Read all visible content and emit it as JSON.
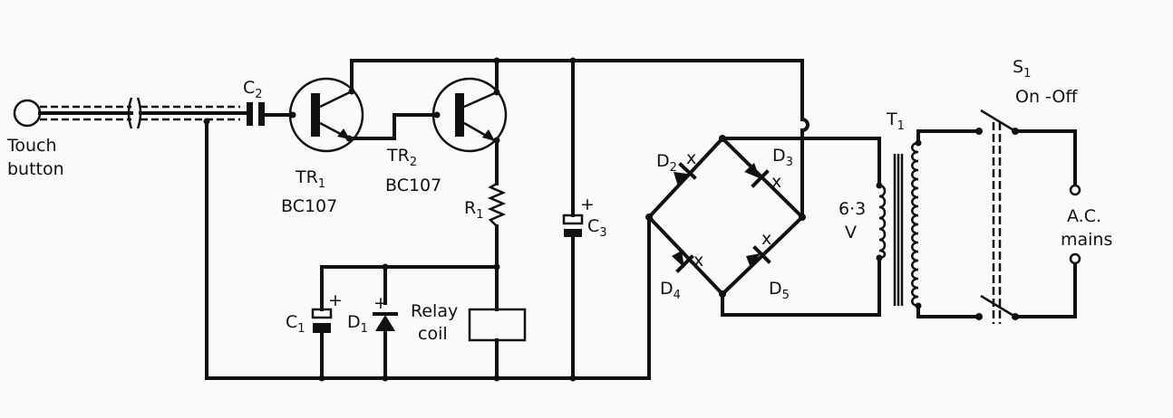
{
  "touch": {
    "line1": "Touch",
    "line2": "button"
  },
  "c2": {
    "main": "C",
    "sub": "2"
  },
  "tr1": {
    "main": "TR",
    "sub": "1",
    "type": "BC107"
  },
  "tr2": {
    "main": "TR",
    "sub": "2",
    "type": "BC107"
  },
  "r1": {
    "main": "R",
    "sub": "1"
  },
  "c3": {
    "main": "C",
    "sub": "3",
    "plus": "+"
  },
  "c1": {
    "main": "C",
    "sub": "1",
    "plus": "+"
  },
  "d1": {
    "main": "D",
    "sub": "1",
    "plus": "+"
  },
  "relay": {
    "line1": "Relay",
    "line2": "coil"
  },
  "d2": {
    "main": "D",
    "sub": "2",
    "mark": "x"
  },
  "d3": {
    "main": "D",
    "sub": "3",
    "mark": "x"
  },
  "d4": {
    "main": "D",
    "sub": "4",
    "mark": "x"
  },
  "d5": {
    "main": "D",
    "sub": "5",
    "mark": "x"
  },
  "secondary": {
    "line1": "6·3",
    "line2": "V"
  },
  "t1": {
    "main": "T",
    "sub": "1"
  },
  "s1": {
    "main": "S",
    "sub": "1",
    "label": "On -Off"
  },
  "mains": {
    "line1": "A.C.",
    "line2": "mains"
  }
}
